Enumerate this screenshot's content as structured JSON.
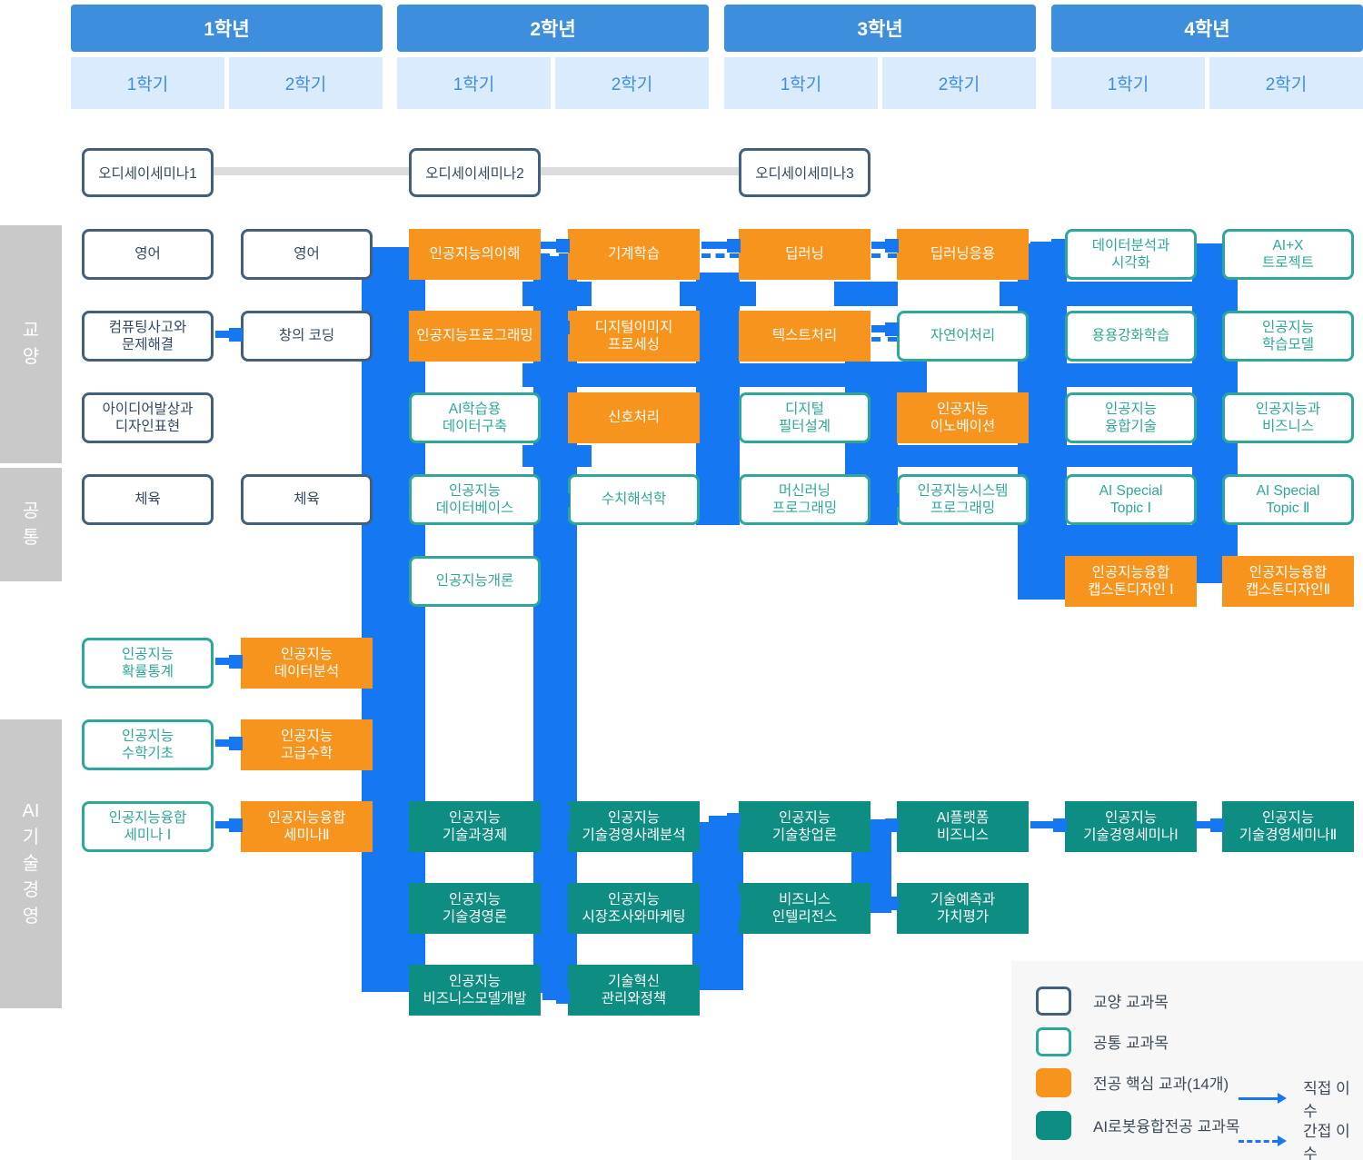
{
  "header": {
    "years": [
      {
        "label": "1학년",
        "semesters": [
          "1학기",
          "2학기"
        ]
      },
      {
        "label": "2학년",
        "semesters": [
          "1학기",
          "2학기"
        ]
      },
      {
        "label": "3학년",
        "semesters": [
          "1학기",
          "2학기"
        ]
      },
      {
        "label": "4학년",
        "semesters": [
          "1학기",
          "2학기"
        ]
      }
    ]
  },
  "odyssey_row": {
    "items": [
      "오디세이세미나1",
      "오디세이세미나2",
      "오디세이세미나3"
    ]
  },
  "side_labels": [
    {
      "id": "gen",
      "label": "교\n양"
    },
    {
      "id": "common",
      "label": "공\n통"
    },
    {
      "id": "mgmt",
      "label": "AI\n기\n술\n경\n영"
    }
  ],
  "courses": [
    {
      "label": "영어",
      "type": "gen",
      "col": 1,
      "row": 1
    },
    {
      "label": "영어",
      "type": "gen",
      "col": 2,
      "row": 1
    },
    {
      "label": "컴퓨팅사고와\n문제해결",
      "type": "gen",
      "col": 1,
      "row": 2
    },
    {
      "label": "창의 코딩",
      "type": "gen",
      "col": 2,
      "row": 2
    },
    {
      "label": "아이디어발상과\n디자인표현",
      "type": "gen",
      "col": 1,
      "row": 3
    },
    {
      "label": "체육",
      "type": "gen",
      "col": 1,
      "row": 4
    },
    {
      "label": "체육",
      "type": "gen",
      "col": 2,
      "row": 4
    },
    {
      "label": "인공지능\n확률통계",
      "type": "common",
      "col": 1,
      "row": 6
    },
    {
      "label": "인공지능\n수학기초",
      "type": "common",
      "col": 1,
      "row": 7
    },
    {
      "label": "인공지능융합\n세미나 Ⅰ",
      "type": "common",
      "col": 1,
      "row": 8
    },
    {
      "label": "인공지능\n데이터분석",
      "type": "core",
      "col": 2,
      "row": 6
    },
    {
      "label": "인공지능\n고급수학",
      "type": "core",
      "col": 2,
      "row": 7
    },
    {
      "label": "인공지능융합\n세미나Ⅱ",
      "type": "core",
      "col": 2,
      "row": 8
    },
    {
      "label": "인공지능의이해",
      "type": "core",
      "col": 3,
      "row": 1
    },
    {
      "label": "인공지능프로그래밍",
      "type": "core",
      "col": 3,
      "row": 2
    },
    {
      "label": "AI학습용\n데이터구축",
      "type": "common",
      "col": 3,
      "row": 3
    },
    {
      "label": "인공지능\n데이터베이스",
      "type": "common",
      "col": 3,
      "row": 4
    },
    {
      "label": "인공지능개론",
      "type": "common",
      "col": 3,
      "row": 5
    },
    {
      "label": "기계학습",
      "type": "core",
      "col": 4,
      "row": 1
    },
    {
      "label": "디지털이미지\n프로세싱",
      "type": "core",
      "col": 4,
      "row": 2
    },
    {
      "label": "신호처리",
      "type": "core",
      "col": 4,
      "row": 3
    },
    {
      "label": "수치해석학",
      "type": "common",
      "col": 4,
      "row": 4
    },
    {
      "label": "딥러닝",
      "type": "core",
      "col": 5,
      "row": 1
    },
    {
      "label": "텍스트처리",
      "type": "core",
      "col": 5,
      "row": 2
    },
    {
      "label": "디지털\n필터설계",
      "type": "common",
      "col": 5,
      "row": 3
    },
    {
      "label": "머신러닝\n프로그래밍",
      "type": "common",
      "col": 5,
      "row": 4
    },
    {
      "label": "딥러닝응용",
      "type": "core",
      "col": 6,
      "row": 1
    },
    {
      "label": "자연어처리",
      "type": "common",
      "col": 6,
      "row": 2
    },
    {
      "label": "인공지능\n이노베이션",
      "type": "core",
      "col": 6,
      "row": 3
    },
    {
      "label": "인공지능시스템\n프로그래밍",
      "type": "common",
      "col": 6,
      "row": 4
    },
    {
      "label": "데이터분석과\n시각화",
      "type": "common",
      "col": 7,
      "row": 1
    },
    {
      "label": "용용강화학습",
      "type": "common",
      "col": 7,
      "row": 2
    },
    {
      "label": "인공지능\n융합기술",
      "type": "common",
      "col": 7,
      "row": 3
    },
    {
      "label": "AI Special\nTopic Ⅰ",
      "type": "common",
      "col": 7,
      "row": 4
    },
    {
      "label": "인공지능융합\n캡스톤디자인 Ⅰ",
      "type": "core",
      "col": 7,
      "row": 5
    },
    {
      "label": "AI+X\n트로젝트",
      "type": "common",
      "col": 8,
      "row": 1
    },
    {
      "label": "인공지능\n학습모델",
      "type": "common",
      "col": 8,
      "row": 2
    },
    {
      "label": "인공지능과\n비즈니스",
      "type": "common",
      "col": 8,
      "row": 3
    },
    {
      "label": "AI Special\nTopic Ⅱ",
      "type": "common",
      "col": 8,
      "row": 4
    },
    {
      "label": "인공지능융합\n캡스톤디자인Ⅱ",
      "type": "core",
      "col": 8,
      "row": 5
    },
    {
      "label": "인공지능\n기술과경제",
      "type": "mgmt",
      "col": 3,
      "row": 8
    },
    {
      "label": "인공지능\n기술경영론",
      "type": "mgmt",
      "col": 3,
      "row": 9
    },
    {
      "label": "인공지능\n비즈니스모델개발",
      "type": "mgmt",
      "col": 3,
      "row": 10
    },
    {
      "label": "인공지능\n기술경영사례분석",
      "type": "mgmt",
      "col": 4,
      "row": 8
    },
    {
      "label": "인공지능\n시장조사와마케팅",
      "type": "mgmt",
      "col": 4,
      "row": 9
    },
    {
      "label": "기술혁신\n관리와정책",
      "type": "mgmt",
      "col": 4,
      "row": 10
    },
    {
      "label": "인공지능\n기술창업론",
      "type": "mgmt",
      "col": 5,
      "row": 8
    },
    {
      "label": "비즈니스\n인텔리전스",
      "type": "mgmt",
      "col": 5,
      "row": 9
    },
    {
      "label": "AI플랫폼\n비즈니스",
      "type": "mgmt",
      "col": 6,
      "row": 8
    },
    {
      "label": "기술예측과\n가치평가",
      "type": "mgmt",
      "col": 6,
      "row": 9
    },
    {
      "label": "인공지능\n기술경영세미나Ⅰ",
      "type": "mgmt",
      "col": 7,
      "row": 8
    },
    {
      "label": "인공지능\n기술경영세미나Ⅱ",
      "type": "mgmt",
      "col": 8,
      "row": 8
    }
  ],
  "legend": {
    "items": [
      {
        "type": "gen",
        "label": "교양 교과목"
      },
      {
        "type": "common",
        "label": "공통 교과목"
      },
      {
        "type": "core",
        "label": "전공 핵심 교과(14개)"
      },
      {
        "type": "mgmt",
        "label": "AI로봇융합전공 교과목"
      }
    ],
    "arrows": [
      {
        "style": "solid",
        "label": "직접 이수"
      },
      {
        "style": "dashed",
        "label": "간접 이수"
      }
    ]
  },
  "colors": {
    "core_orange": "#F7941D",
    "mgmt_teal": "#0E8D83",
    "common_border_teal": "#2EA79B",
    "gen_border_navy": "#42607D",
    "pipe_blue": "#1677F2",
    "year_header_blue": "#3E8EDE",
    "semester_bg": "#D9EBFC",
    "side_label_gray": "#C9C9C9",
    "legend_bg": "#F7F7F7",
    "odyssey_line_gray": "#DCDCDC"
  }
}
